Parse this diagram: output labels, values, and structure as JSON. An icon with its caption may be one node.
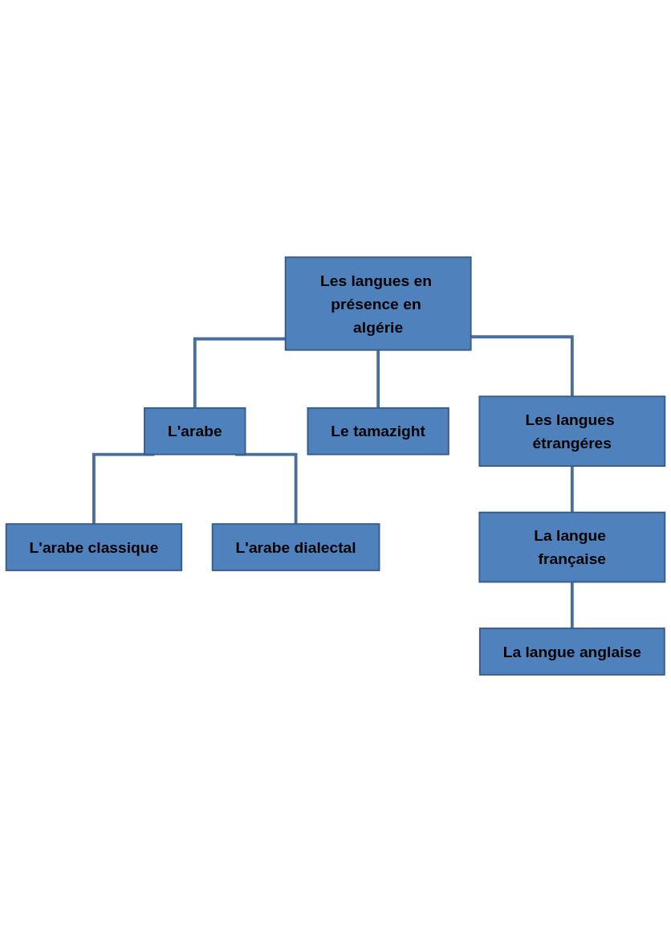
{
  "diagram": {
    "nodes": [
      {
        "text": [
          "Les langues en présence en algérie"
        ]
      },
      {
        "text": [
          "L'arabe"
        ]
      },
      {
        "text": [
          "Le tamazight"
        ]
      },
      {
        "text": [
          "L'arabe classique"
        ]
      },
      {
        "text": [
          "L'arabe dialectal"
        ]
      },
      {
        "text": [
          "Les langues étrangéres"
        ]
      },
      {
        "text": [
          "La langue française"
        ]
      },
      {
        "text": [
          "La langue anglaise"
        ]
      }
    ],
    "edges": [
      {
        "from": 0,
        "to": 1,
        "arrow": "none"
      },
      {
        "from": 0,
        "to": 2,
        "arrow": "none"
      },
      {
        "from": 0,
        "to": 5,
        "arrow": "none"
      },
      {
        "from": 1,
        "to": 3,
        "arrow": "none"
      },
      {
        "from": 1,
        "to": 4,
        "arrow": "none"
      },
      {
        "from": 5,
        "to": 6,
        "arrow": "none"
      },
      {
        "from": 6,
        "to": 7,
        "arrow": "none"
      }
    ]
  }
}
